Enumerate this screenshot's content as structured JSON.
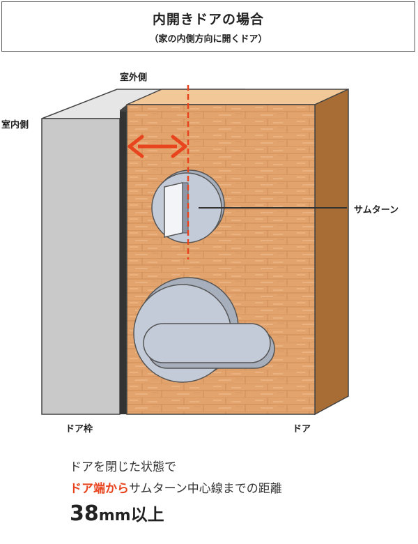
{
  "header": {
    "title": "内開きドアの場合",
    "subtitle": "（家の内側方向に開くドア）"
  },
  "labels": {
    "outside": "室外側",
    "inside": "室内側",
    "thumbturn": "サムターン",
    "frame": "ドア枠",
    "door": "ドア"
  },
  "caption": {
    "line1": "ドアを閉じた状態で",
    "line2_highlight": "ドア端から",
    "line2_rest": "サムターン中心線までの距離",
    "number": "38",
    "unit": "mm",
    "suffix": "以上"
  },
  "colors": {
    "accent": "#e8451e",
    "door_face": "#e3a36c",
    "door_side": "#a86d34",
    "frame_face": "#c9c9c9",
    "hardware": "#c3cbd8"
  }
}
